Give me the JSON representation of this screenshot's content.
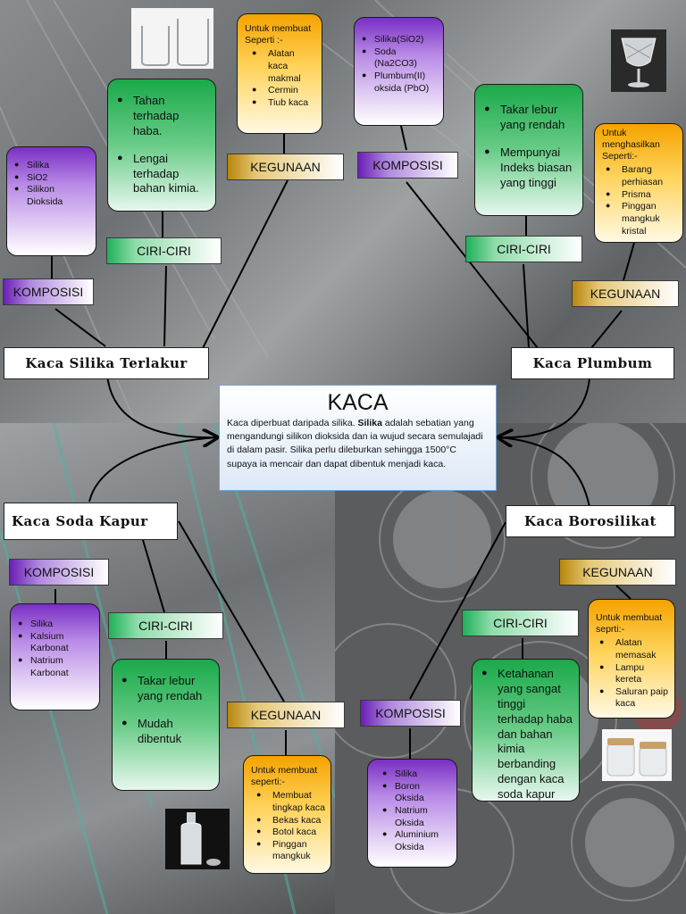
{
  "center": {
    "title": "KACA",
    "desc_1": "Kaca diperbuat daripada silika. ",
    "desc_bold": "Silika",
    "desc_2": " adalah sebatian yang mengandungi silikon dioksida dan ia wujud secara semulajadi di dalam pasir. Silika perlu dileburkan sehingga 1500°C supaya ia mencair dan dapat dibentuk menjadi kaca."
  },
  "silika_terlakur": {
    "title": "Kaca Silika Terlakur",
    "komposisi_label": "KOMPOSISI",
    "komposisi": [
      "Silika",
      "SiO2",
      "Silikon Dioksida"
    ],
    "ciri_label": "CIRI-CIRI",
    "ciri": [
      "Tahan terhadap haba.",
      "Lengai terhadap bahan kimia."
    ],
    "kegunaan_label": "KEGUNAAN",
    "kegunaan_intro": "Untuk membuat Seperti :-",
    "kegunaan": [
      "Alatan kaca makmal",
      "Cermin",
      "Tiub kaca"
    ]
  },
  "plumbum": {
    "title": "Kaca Plumbum",
    "komposisi_label": "KOMPOSISI",
    "komposisi": [
      "Silika(SiO2)",
      "Soda (Na2CO3)",
      "Plumbum(II) oksida (PbO)"
    ],
    "ciri_label": "CIRI-CIRI",
    "ciri": [
      "Takar lebur yang rendah",
      "Mempunyai Indeks biasan yang tinggi"
    ],
    "kegunaan_label": "KEGUNAAN",
    "kegunaan_intro": "Untuk menghasilkan Seperti:-",
    "kegunaan": [
      "Barang perhiasan",
      "Prisma",
      "Pinggan mangkuk kristal"
    ]
  },
  "soda_kapur": {
    "title": "Kaca Soda Kapur",
    "komposisi_label": "KOMPOSISI",
    "komposisi": [
      "Silika",
      "Kalsium Karbonat",
      "Natrium Karbonat"
    ],
    "ciri_label": "CIRI-CIRI",
    "ciri": [
      "Takar lebur yang rendah",
      "Mudah dibentuk"
    ],
    "kegunaan_label": "KEGUNAAN",
    "kegunaan_intro": "Untuk membuat seperti:-",
    "kegunaan": [
      "Membuat tingkap kaca",
      "Bekas kaca",
      "Botol kaca",
      "Pinggan mangkuk"
    ]
  },
  "borosilikat": {
    "title": "Kaca Borosilikat",
    "komposisi_label": "KOMPOSISI",
    "komposisi": [
      "Silika",
      "Boron Oksida",
      "Natrium Oksida",
      "Aluminium Oksida"
    ],
    "ciri_label": "CIRI-CIRI",
    "ciri": [
      "Ketahanan yang sangat tinggi terhadap haba dan bahan kimia berbanding dengan kaca soda kapur"
    ],
    "kegunaan_label": "KEGUNAAN",
    "kegunaan_intro": "Untuk membuat seprti:-",
    "kegunaan": [
      "Alatan memasak",
      "Lampu kereta",
      "Saluran paip kaca"
    ]
  },
  "colors": {
    "purple": "#7a2fc4",
    "green": "#1aa94a",
    "yellow": "#f5a300",
    "center_border": "#6fa1d8"
  }
}
